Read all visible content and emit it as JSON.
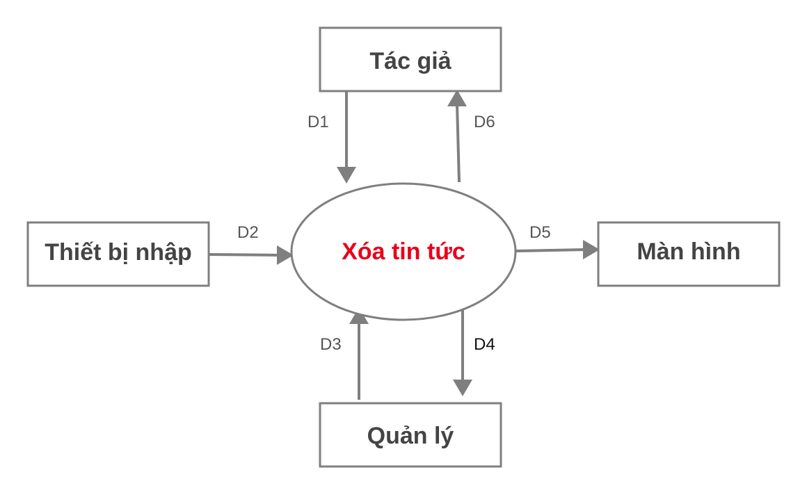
{
  "nodes": {
    "author": {
      "label": "Tác giả"
    },
    "input_device": {
      "label": "Thiết bị nhập"
    },
    "screen": {
      "label": "Màn hình"
    },
    "manager": {
      "label": "Quản lý"
    }
  },
  "process": {
    "label": "Xóa tin tức"
  },
  "flows": {
    "d1": {
      "label": "D1"
    },
    "d2": {
      "label": "D2"
    },
    "d3": {
      "label": "D3"
    },
    "d4": {
      "label": "D4"
    },
    "d5": {
      "label": "D5"
    },
    "d6": {
      "label": "D6"
    }
  },
  "colors": {
    "process_text": "#e8001c",
    "box_text": "#444444",
    "line": "#7f7f7f"
  }
}
